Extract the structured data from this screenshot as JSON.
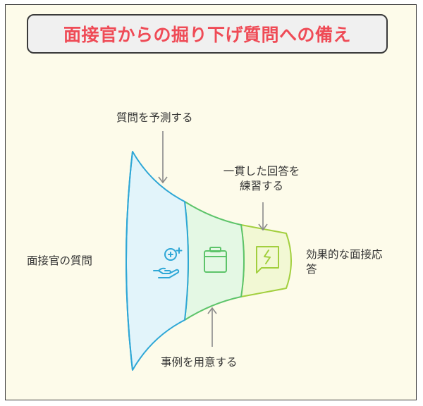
{
  "title": "面接官からの掘り下げ質問への備え",
  "labels": {
    "input": "面接官の質問",
    "step1": "質問を予測する",
    "step2_line1": "一貫した回答を",
    "step2_line2": "練習する",
    "step3": "事例を用意する",
    "output_line1": "効果的な面接応",
    "output_line2": "答"
  },
  "icons": {
    "stage1": "hand-with-plus-coin-icon",
    "stage2": "briefcase-icon",
    "stage3": "chat-bubble-lightning-icon"
  },
  "colors": {
    "title": "#ef4b56",
    "stage1_fill": "#e2f4fa",
    "stage1_stroke": "#2ea7d6",
    "stage2_fill": "#e4f8e4",
    "stage2_stroke": "#5dc46a",
    "stage3_fill": "#f2f8d4",
    "stage3_stroke": "#a2cf3e"
  }
}
